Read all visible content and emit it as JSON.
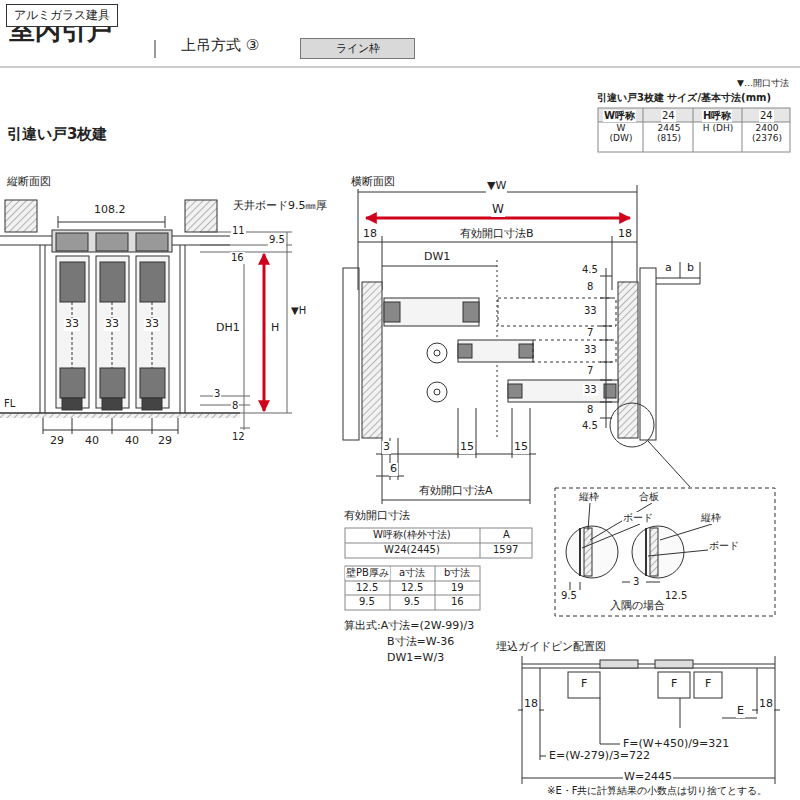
{
  "diagram": {
    "title": "室内引戸",
    "nodes": [
      {
        "text": [
          "アルミガラス建具"
        ]
      },
      {
        "text": [
          "ライン枠"
        ]
      }
    ],
    "labels": [
      "上吊方式 ③",
      "▼…開口寸法",
      "引違い戸3枚建 サイズ/基本寸法(mm)",
      "W呼称",
      "24",
      "H呼称",
      "24",
      "W (DW)",
      "2445 (815)",
      "H (DH)",
      "2400 (2376)",
      "引違い戸3枚建",
      "縦断面図",
      "108.2",
      "天井ボード9.5㎜厚",
      "11",
      "16",
      "9.5",
      "33",
      "33",
      "33",
      "DH1",
      "H",
      "▼H",
      "3",
      "8",
      "12",
      "FL",
      "29",
      "40",
      "40",
      "29",
      "横断面図",
      "▼W",
      "W",
      "18",
      "有効開口寸法B",
      "18",
      "DW1",
      "a",
      "b",
      "4.5",
      "8",
      "33",
      "7",
      "33",
      "7",
      "33",
      "8",
      "4.5",
      "3",
      "15",
      "15",
      "6",
      "有効開口寸法A",
      "有効開口寸法",
      "W呼称(枠外寸法)",
      "A",
      "W24(2445)",
      "1597",
      "壁PB厚み",
      "a寸法",
      "b寸法",
      "12.5",
      "12.5",
      "19",
      "9.5",
      "9.5",
      "16",
      "算出式:A寸法=(2W-99)/3",
      "B寸法=W-36",
      "DW1=W/3",
      "縦枠",
      "合板",
      "ボード",
      "縦枠",
      "ボード",
      "9.5",
      "3",
      "12.5",
      "入隅の場合",
      "埋込ガイドピン配置図",
      "F",
      "F",
      "F",
      "18",
      "E",
      "18",
      "F=(W+450)/9=321",
      "E=(W-279)/3=722",
      "W=2445",
      "※E・F共に計算結果の小数点は切り捨てとする。"
    ]
  }
}
